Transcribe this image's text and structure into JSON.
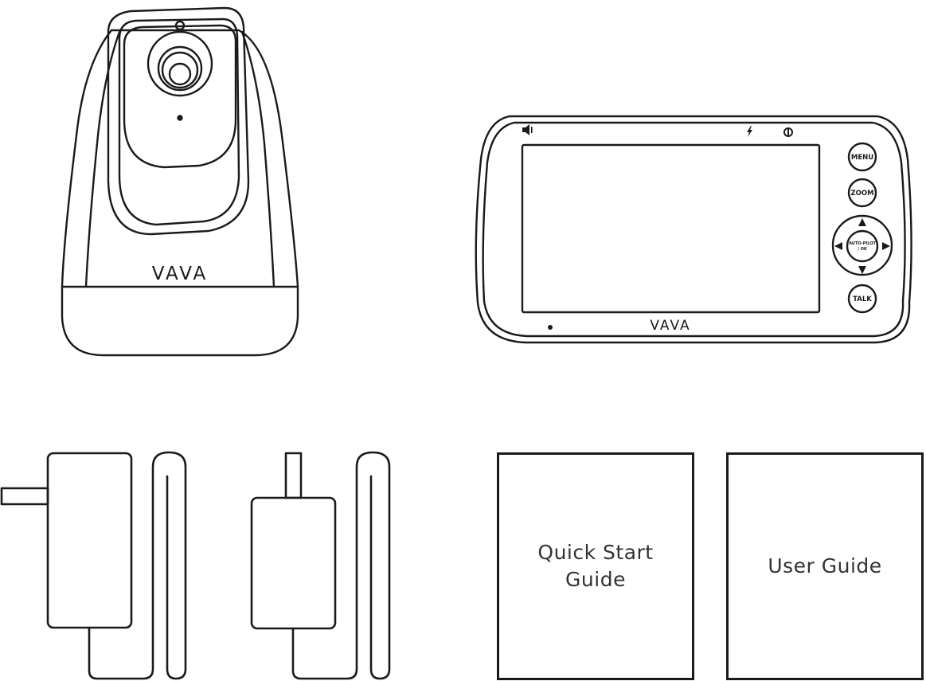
{
  "camera": {
    "brand": "VAVA"
  },
  "monitor": {
    "brand": "VAVA",
    "buttons": {
      "menu": "MENU",
      "zoom": "ZOOM",
      "ok_line1": "AUTO-PILOT",
      "ok_line2": "/ OK",
      "talk": "TALK"
    },
    "icons": [
      "speaker-icon",
      "charging-icon",
      "power-icon"
    ]
  },
  "booklets": {
    "quick_start_line1": "Quick Start",
    "quick_start_line2": "Guide",
    "user_guide": "User Guide"
  }
}
